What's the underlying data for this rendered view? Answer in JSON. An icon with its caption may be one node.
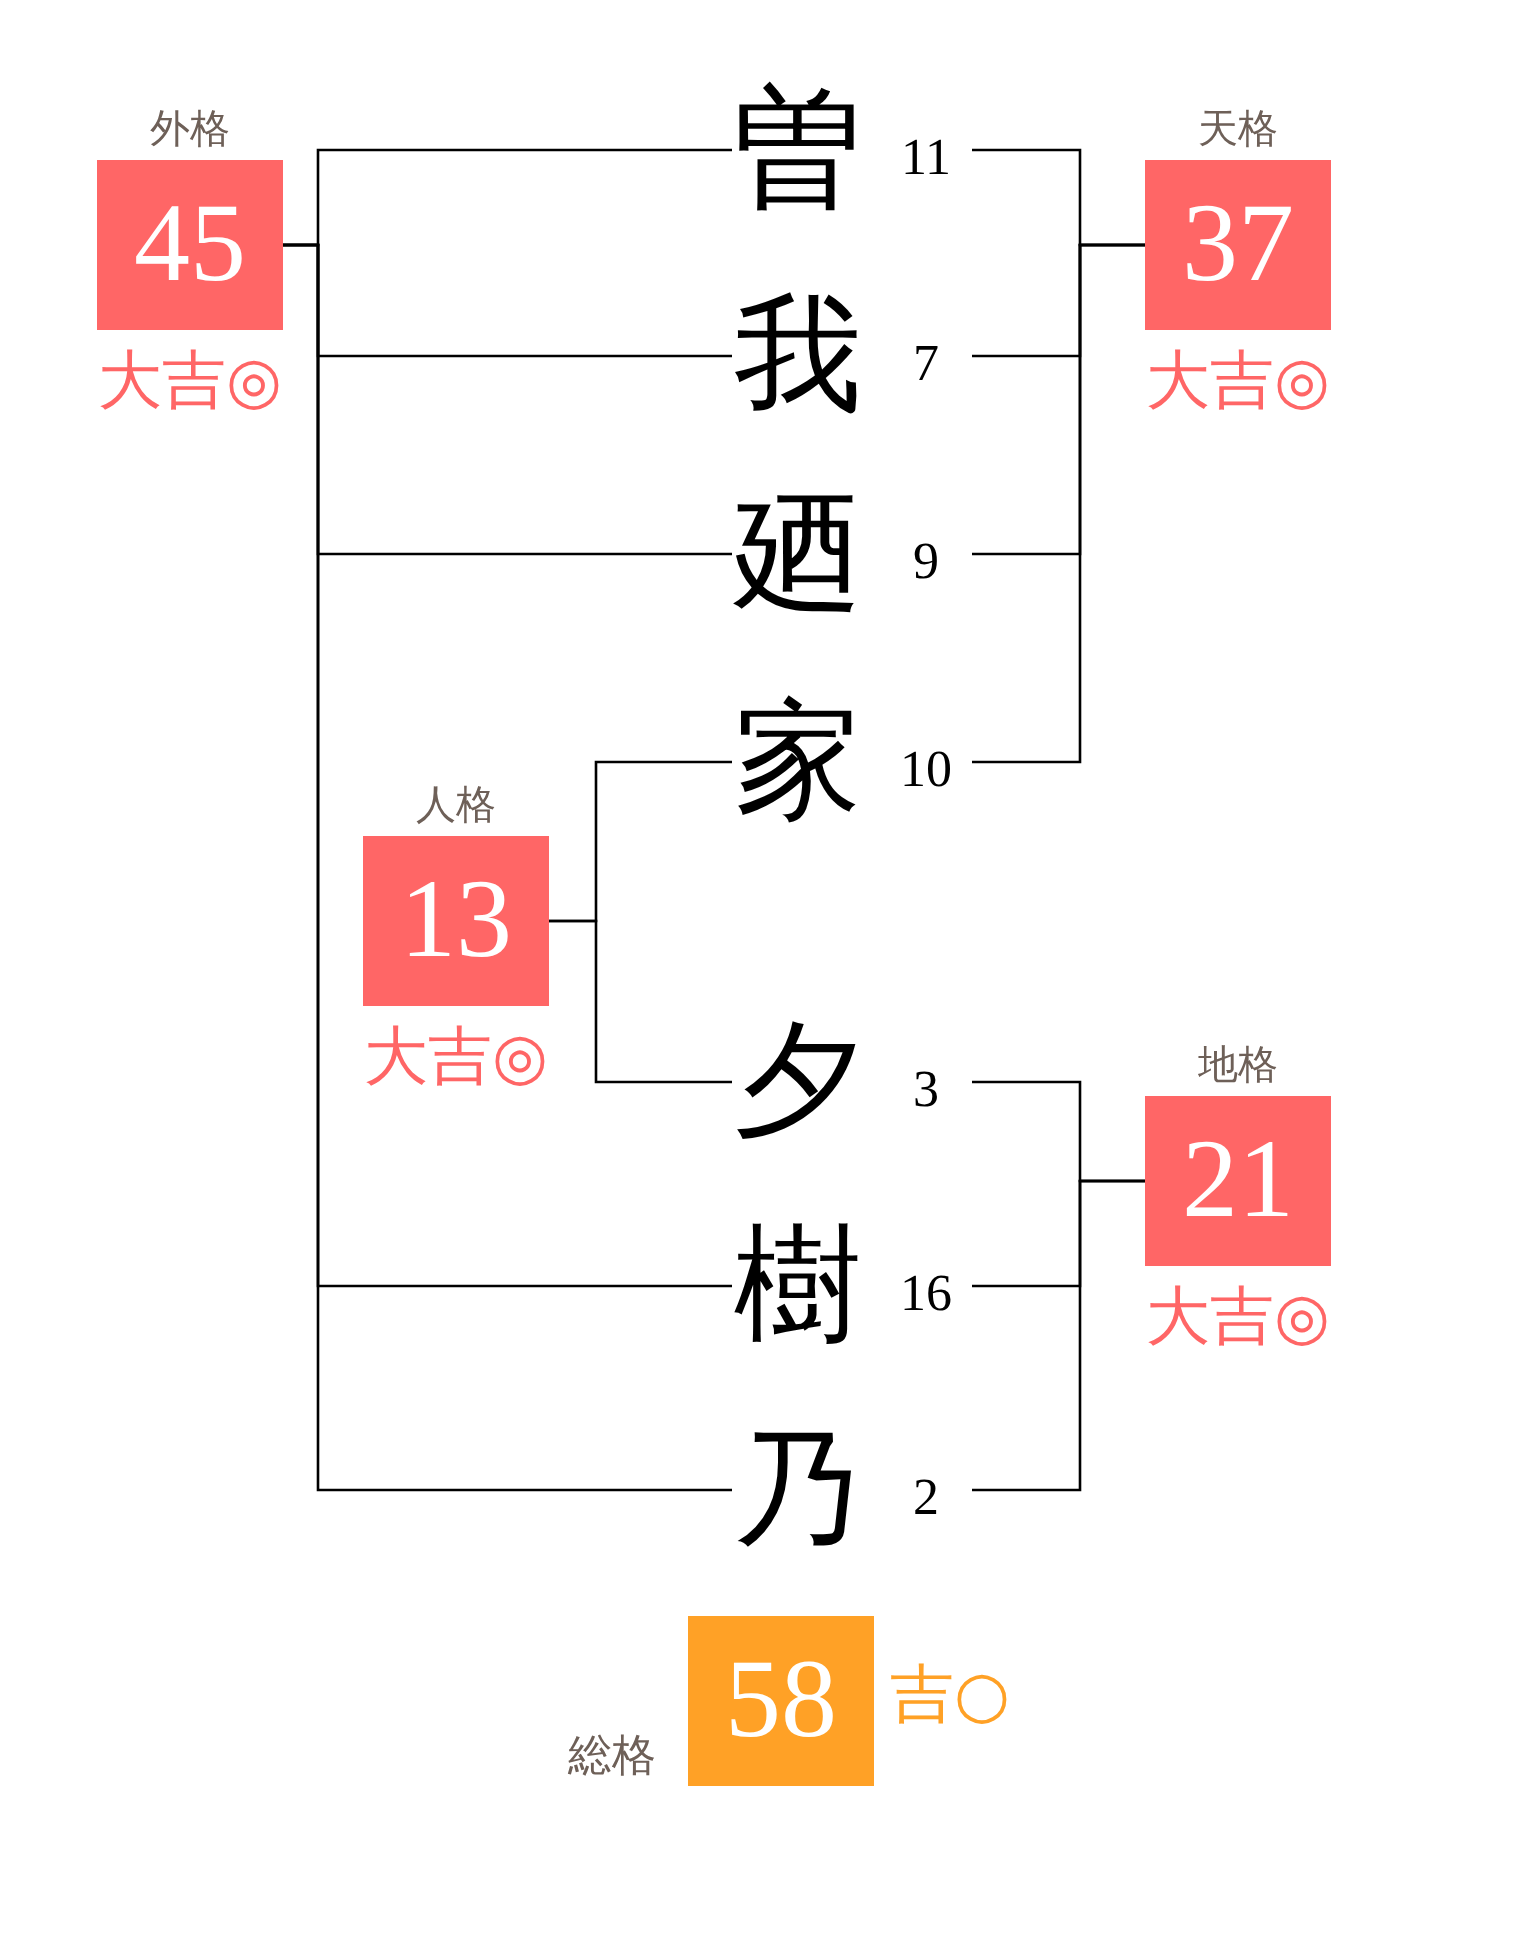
{
  "diagram": {
    "nodes": [
      {
        "text": [
          "外格",
          "45"
        ],
        "beside": [
          "大吉◎"
        ]
      },
      {
        "text": [
          "曽"
        ],
        "beside": [
          "11"
        ]
      },
      {
        "text": [
          "天格",
          "37"
        ],
        "beside": [
          "大吉◎"
        ]
      },
      {
        "text": [
          "我"
        ],
        "beside": [
          "7"
        ]
      },
      {
        "text": [
          "廼"
        ],
        "beside": [
          "9"
        ]
      },
      {
        "text": [
          "家"
        ],
        "beside": [
          "10"
        ]
      },
      {
        "text": [
          "人格",
          "13"
        ],
        "beside": [
          "大吉◎"
        ]
      },
      {
        "text": [
          "夕"
        ],
        "beside": [
          "3"
        ]
      },
      {
        "text": [
          "地格",
          "21"
        ],
        "beside": [
          "大吉◎"
        ]
      },
      {
        "text": [
          "樹"
        ],
        "beside": [
          "16"
        ]
      },
      {
        "text": [
          "乃"
        ],
        "beside": [
          "2"
        ]
      },
      {
        "text": [
          "総格",
          "58"
        ],
        "beside": [
          "吉○"
        ]
      }
    ],
    "edges": [
      {
        "from": 0,
        "to": 1,
        "arrow": "none"
      },
      {
        "from": 0,
        "to": 3,
        "arrow": "none"
      },
      {
        "from": 0,
        "to": 4,
        "arrow": "none"
      },
      {
        "from": 0,
        "to": 9,
        "arrow": "none"
      },
      {
        "from": 0,
        "to": 10,
        "arrow": "none"
      },
      {
        "from": 2,
        "to": 1,
        "arrow": "none"
      },
      {
        "from": 2,
        "to": 3,
        "arrow": "none"
      },
      {
        "from": 2,
        "to": 4,
        "arrow": "none"
      },
      {
        "from": 2,
        "to": 5,
        "arrow": "none"
      },
      {
        "from": 6,
        "to": 5,
        "arrow": "none"
      },
      {
        "from": 6,
        "to": 7,
        "arrow": "none"
      },
      {
        "from": 8,
        "to": 7,
        "arrow": "none"
      },
      {
        "from": 8,
        "to": 9,
        "arrow": "none"
      },
      {
        "from": 8,
        "to": 10,
        "arrow": "none"
      }
    ]
  }
}
